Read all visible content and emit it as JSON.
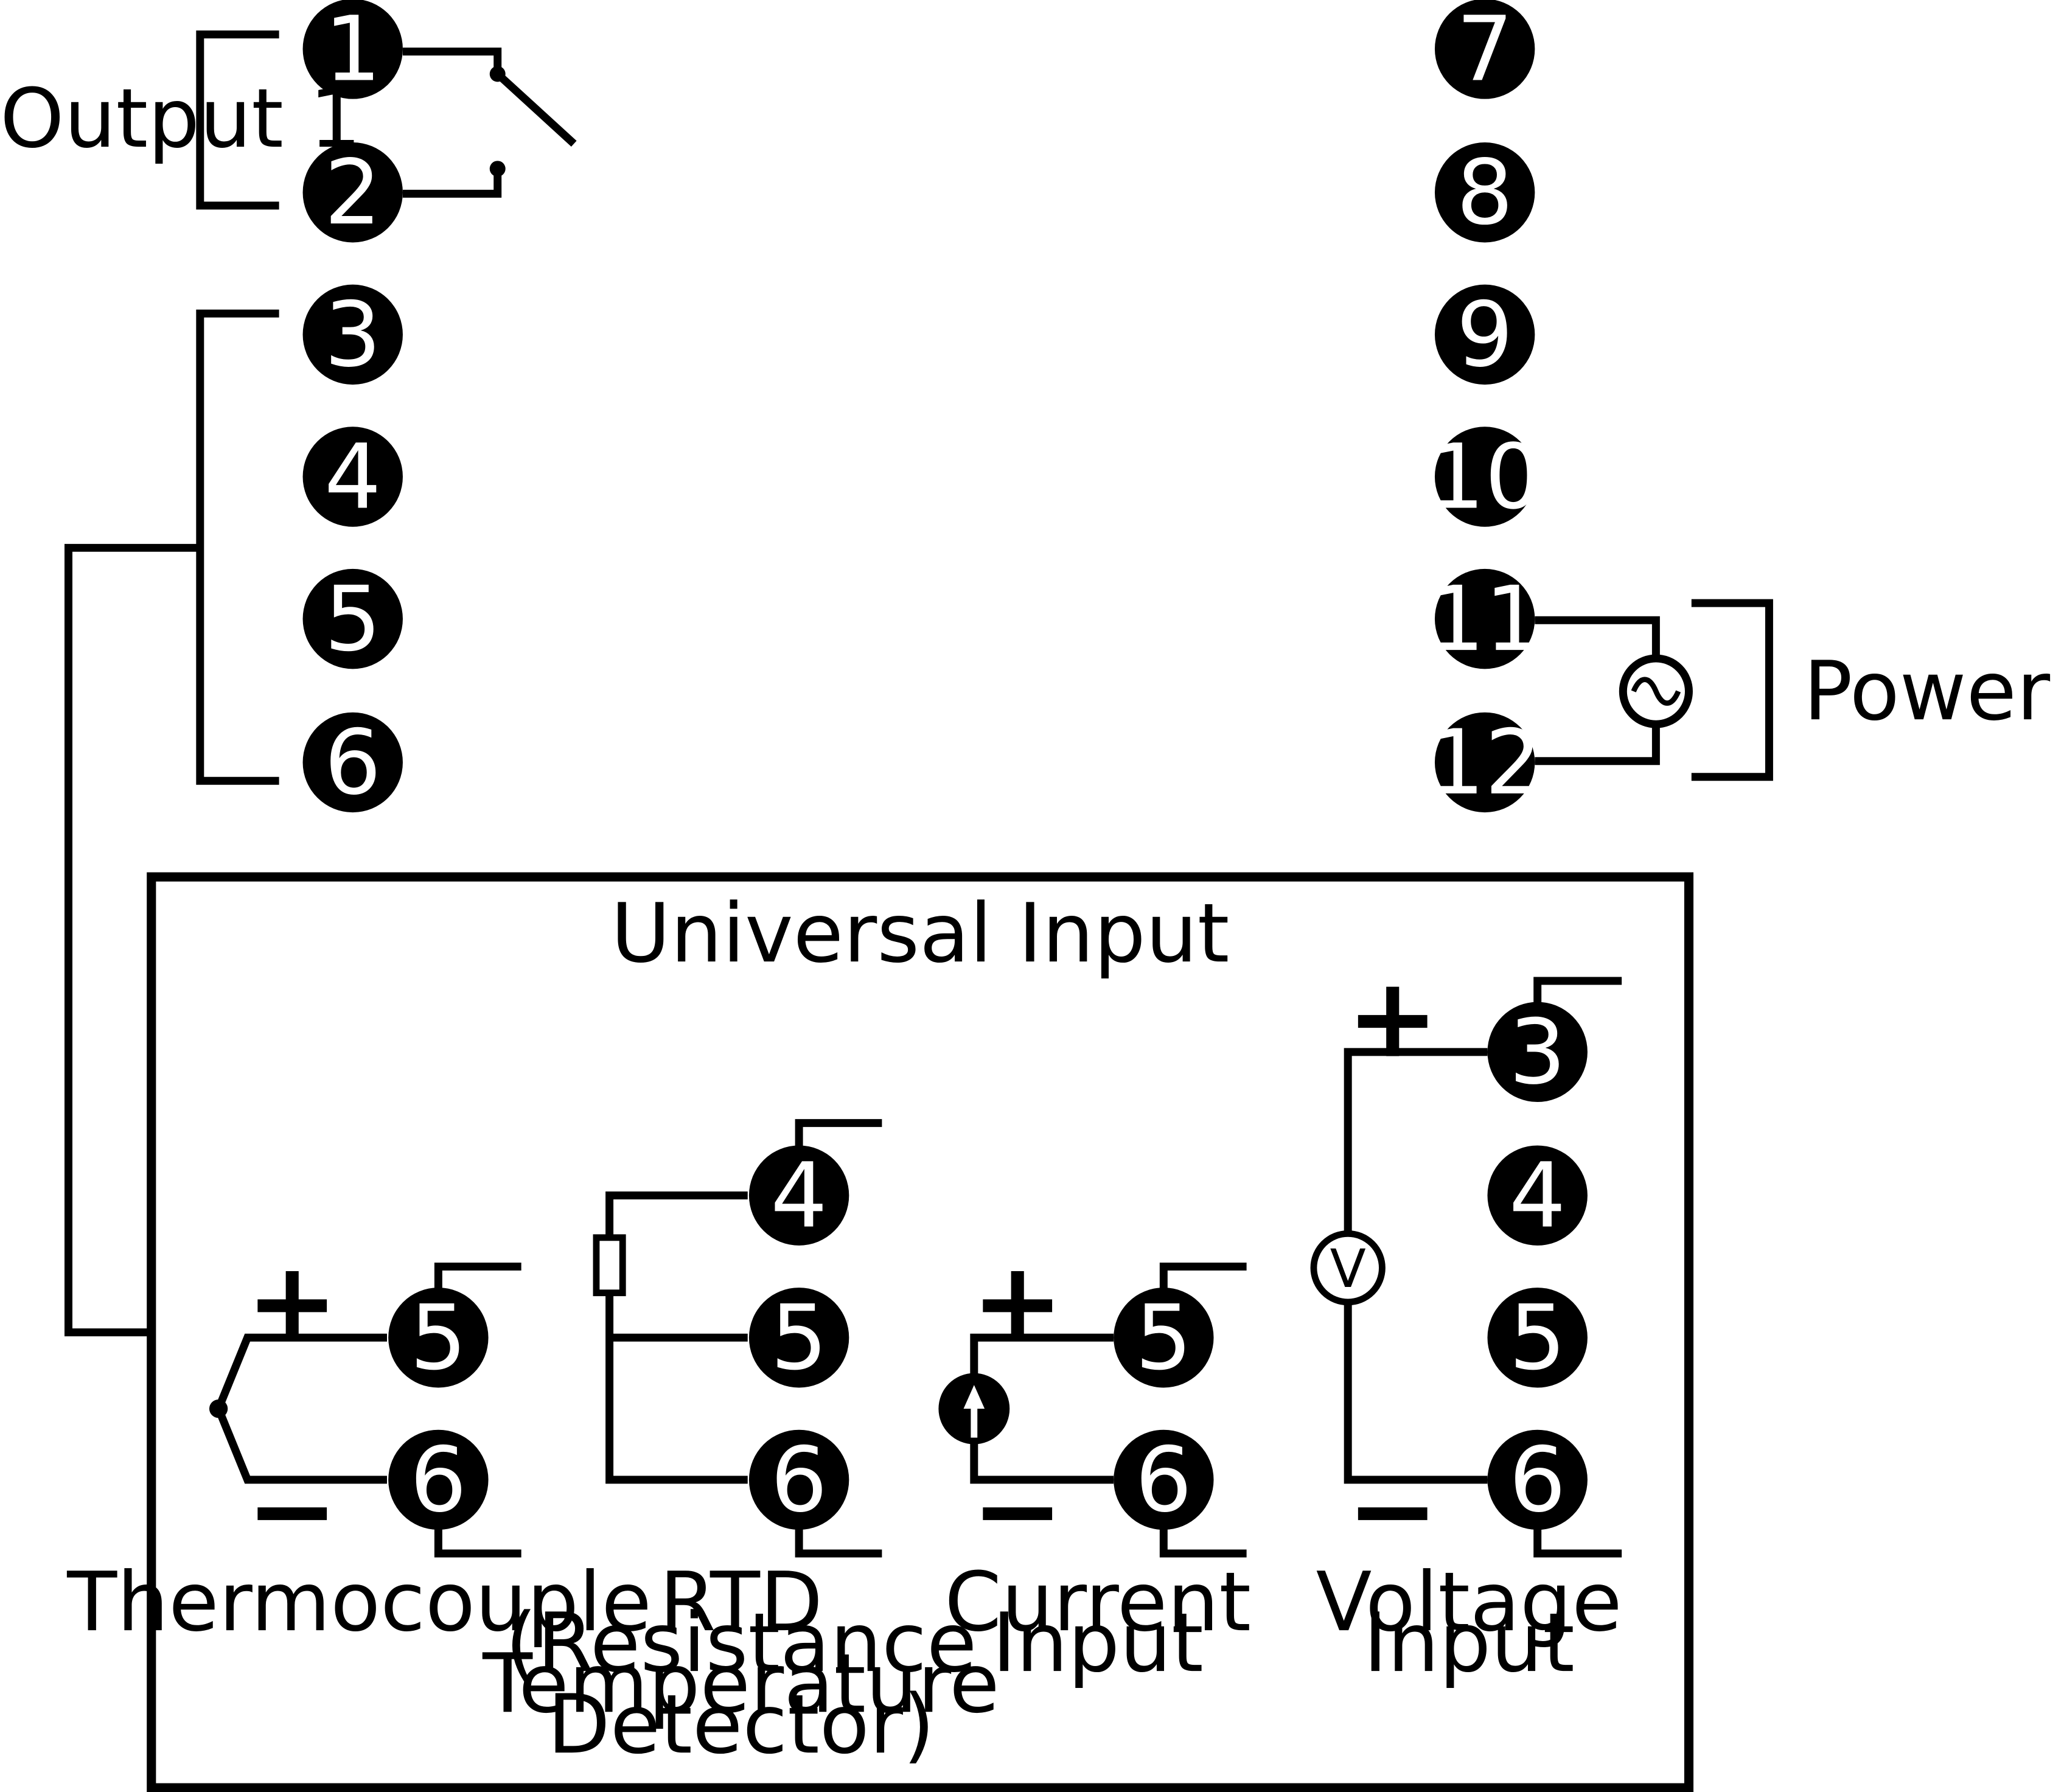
{
  "labels": {
    "output1": "Output 1",
    "power_supply": "Power Supply",
    "universal_input": "Universal Input",
    "thermocouple": "Thermocouple",
    "rtd": [
      "RTD",
      "(Resistance",
      "Temperature",
      "Detector)"
    ],
    "current_input": [
      "Current",
      "Input"
    ],
    "voltage_input": [
      "Voltage",
      "Input"
    ],
    "voltmeter_symbol": "V",
    "plus": "+",
    "minus": "−"
  },
  "terminals": {
    "left": [
      "1",
      "2",
      "3",
      "4",
      "5",
      "6"
    ],
    "right": [
      "7",
      "8",
      "9",
      "10",
      "11",
      "12"
    ],
    "thermocouple": [
      "5",
      "6"
    ],
    "rtd": [
      "4",
      "5",
      "6"
    ],
    "current": [
      "5",
      "6"
    ],
    "voltage": [
      "3",
      "4",
      "5",
      "6"
    ]
  },
  "colors": {
    "ink": "#000000",
    "background": "#ffffff"
  }
}
